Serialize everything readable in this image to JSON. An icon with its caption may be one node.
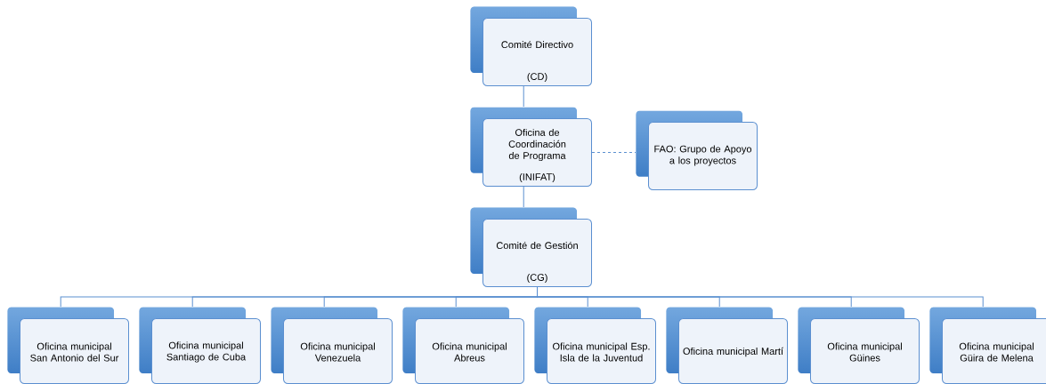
{
  "diagram": {
    "nodes": [
      {
        "text": [
          "Comité Directivo",
          "(CD)"
        ]
      },
      {
        "text": [
          "Oficina de Coordinación de Programa",
          "(INIFAT)"
        ]
      },
      {
        "text": [
          "FAO: Grupo de Apoyo a los proyectos"
        ]
      },
      {
        "text": [
          "Comité de Gestión",
          "(CG)"
        ]
      },
      {
        "text": [
          "Oficina municipal San Antonio del Sur"
        ]
      },
      {
        "text": [
          "Oficina municipal Santiago de Cuba"
        ]
      },
      {
        "text": [
          "Oficina municipal Venezuela"
        ]
      },
      {
        "text": [
          "Oficina municipal Abreus"
        ]
      },
      {
        "text": [
          "Oficina municipal Esp. Isla de la Juventud"
        ]
      },
      {
        "text": [
          "Oficina municipal Martí"
        ]
      },
      {
        "text": [
          "Oficina municipal Güines"
        ]
      },
      {
        "text": [
          "Oficina municipal Güira de Melena"
        ]
      }
    ],
    "edges": [
      {
        "from": 0,
        "to": 1,
        "arrow": "none"
      },
      {
        "from": 1,
        "to": 2,
        "arrow": "none",
        "style": "dashed"
      },
      {
        "from": 1,
        "to": 3,
        "arrow": "none"
      },
      {
        "from": 3,
        "to": 4,
        "arrow": "none"
      },
      {
        "from": 3,
        "to": 5,
        "arrow": "none"
      },
      {
        "from": 3,
        "to": 6,
        "arrow": "none"
      },
      {
        "from": 3,
        "to": 7,
        "arrow": "none"
      },
      {
        "from": 3,
        "to": 8,
        "arrow": "none"
      },
      {
        "from": 3,
        "to": 9,
        "arrow": "none"
      },
      {
        "from": 3,
        "to": 10,
        "arrow": "none"
      },
      {
        "from": 3,
        "to": 11,
        "arrow": "none"
      }
    ]
  }
}
